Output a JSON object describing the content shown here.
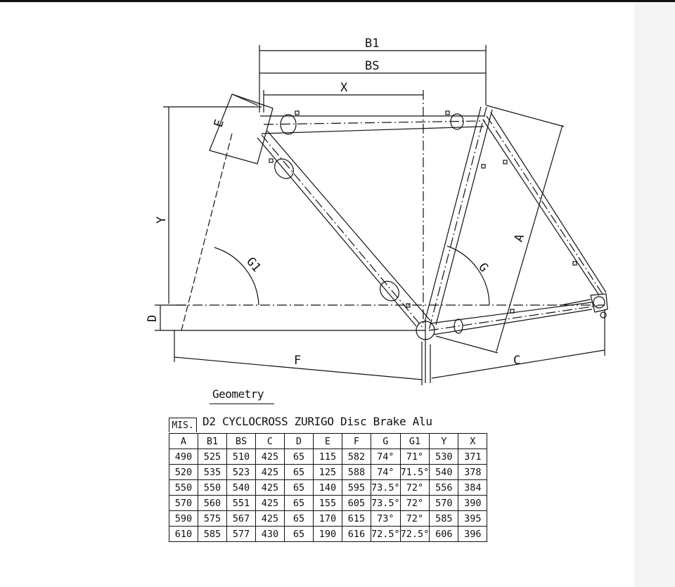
{
  "diagram": {
    "labels": {
      "b1": "B1",
      "bs": "BS",
      "x": "X",
      "y": "Y",
      "e": "E",
      "d": "D",
      "a": "A",
      "g": "G",
      "g1": "G1",
      "f": "F",
      "c": "C"
    }
  },
  "geometry": {
    "title": "Geometry",
    "caption": "D2 CYCLOCROSS ZURIGO Disc Brake Alu",
    "mis_label": "MIS.",
    "headers": [
      "A",
      "B1",
      "BS",
      "C",
      "D",
      "E",
      "F",
      "G",
      "G1",
      "Y",
      "X"
    ],
    "rows": [
      [
        "490",
        "525",
        "510",
        "425",
        "65",
        "115",
        "582",
        "74°",
        "71°",
        "530",
        "371"
      ],
      [
        "520",
        "535",
        "523",
        "425",
        "65",
        "125",
        "588",
        "74°",
        "71.5°",
        "540",
        "378"
      ],
      [
        "550",
        "550",
        "540",
        "425",
        "65",
        "140",
        "595",
        "73.5°",
        "72°",
        "556",
        "384"
      ],
      [
        "570",
        "560",
        "551",
        "425",
        "65",
        "155",
        "605",
        "73.5°",
        "72°",
        "570",
        "390"
      ],
      [
        "590",
        "575",
        "567",
        "425",
        "65",
        "170",
        "615",
        "73°",
        "72°",
        "585",
        "395"
      ],
      [
        "610",
        "585",
        "577",
        "430",
        "65",
        "190",
        "616",
        "72.5°",
        "72.5°",
        "606",
        "396"
      ]
    ]
  }
}
